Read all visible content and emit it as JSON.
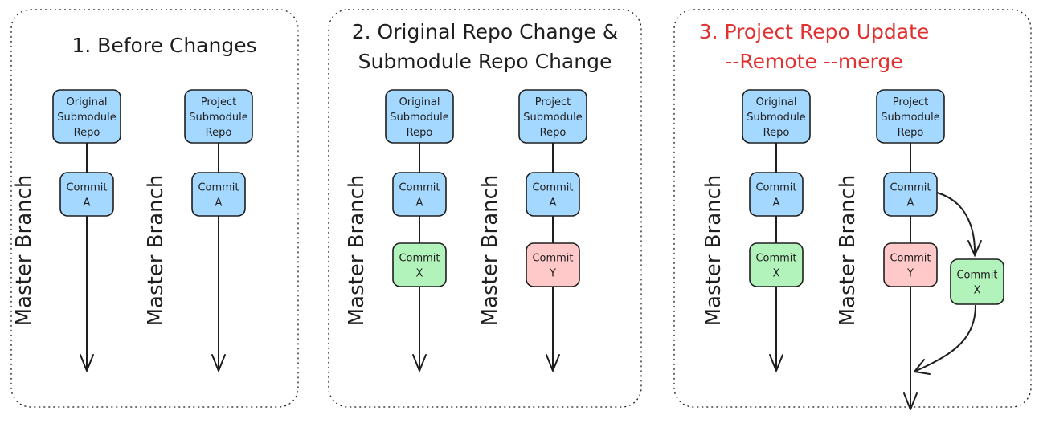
{
  "colors": {
    "stroke": "#1e1e1e",
    "blue": "#a5d8ff",
    "green": "#b2f2bb",
    "red_fill": "#ffc9c9",
    "red_text": "#e03131"
  },
  "branch_label": "Master Branch",
  "panels": [
    {
      "title_lines": [
        "1. Before Changes"
      ],
      "title_color": "dark",
      "columns": [
        {
          "repo": [
            "Original",
            "Submodule",
            "Repo"
          ],
          "commits": [
            {
              "lines": [
                "Commit",
                "A"
              ],
              "color": "blue"
            }
          ]
        },
        {
          "repo": [
            "Project",
            "Submodule",
            "Repo"
          ],
          "commits": [
            {
              "lines": [
                "Commit",
                "A"
              ],
              "color": "blue"
            }
          ]
        }
      ]
    },
    {
      "title_lines": [
        "2. Original Repo Change &",
        "Submodule Repo Change"
      ],
      "title_color": "dark",
      "columns": [
        {
          "repo": [
            "Original",
            "Submodule",
            "Repo"
          ],
          "commits": [
            {
              "lines": [
                "Commit",
                "A"
              ],
              "color": "blue"
            },
            {
              "lines": [
                "Commit",
                "X"
              ],
              "color": "green"
            }
          ]
        },
        {
          "repo": [
            "Project",
            "Submodule",
            "Repo"
          ],
          "commits": [
            {
              "lines": [
                "Commit",
                "A"
              ],
              "color": "blue"
            },
            {
              "lines": [
                "Commit",
                "Y"
              ],
              "color": "red"
            }
          ]
        }
      ]
    },
    {
      "title_lines": [
        "3. Project Repo Update",
        "--Remote --merge"
      ],
      "title_color": "red",
      "columns": [
        {
          "repo": [
            "Original",
            "Submodule",
            "Repo"
          ],
          "commits": [
            {
              "lines": [
                "Commit",
                "A"
              ],
              "color": "blue"
            },
            {
              "lines": [
                "Commit",
                "X"
              ],
              "color": "green"
            }
          ]
        },
        {
          "repo": [
            "Project",
            "Submodule",
            "Repo"
          ],
          "commits": [
            {
              "lines": [
                "Commit",
                "A"
              ],
              "color": "blue"
            },
            {
              "lines": [
                "Commit",
                "Y"
              ],
              "color": "red"
            }
          ]
        }
      ],
      "merge_commit": {
        "lines": [
          "Commit",
          "X"
        ],
        "color": "green"
      }
    }
  ]
}
